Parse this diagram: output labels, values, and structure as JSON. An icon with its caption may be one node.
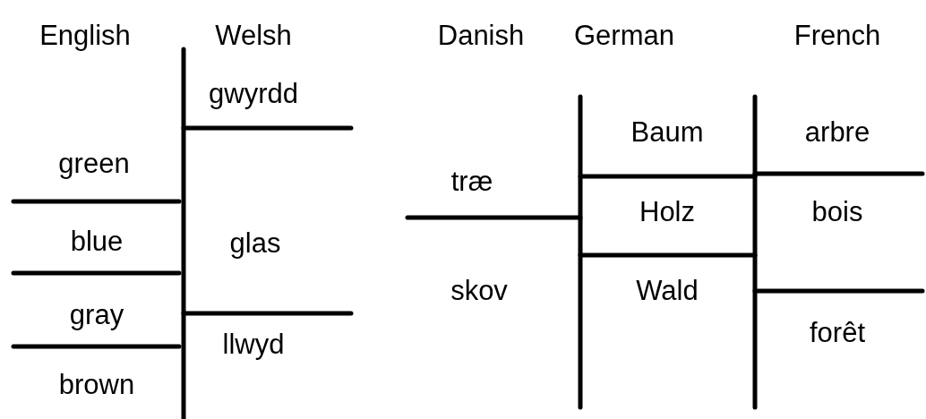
{
  "diagram": {
    "labels": [
      "English",
      "Welsh",
      "Danish",
      "German",
      "French",
      "gwyrdd",
      "green",
      "blue",
      "glas",
      "gray",
      "llwyd",
      "brown",
      "træ",
      "skov",
      "Baum",
      "Holz",
      "Wald",
      "arbre",
      "bois",
      "forêt"
    ]
  }
}
